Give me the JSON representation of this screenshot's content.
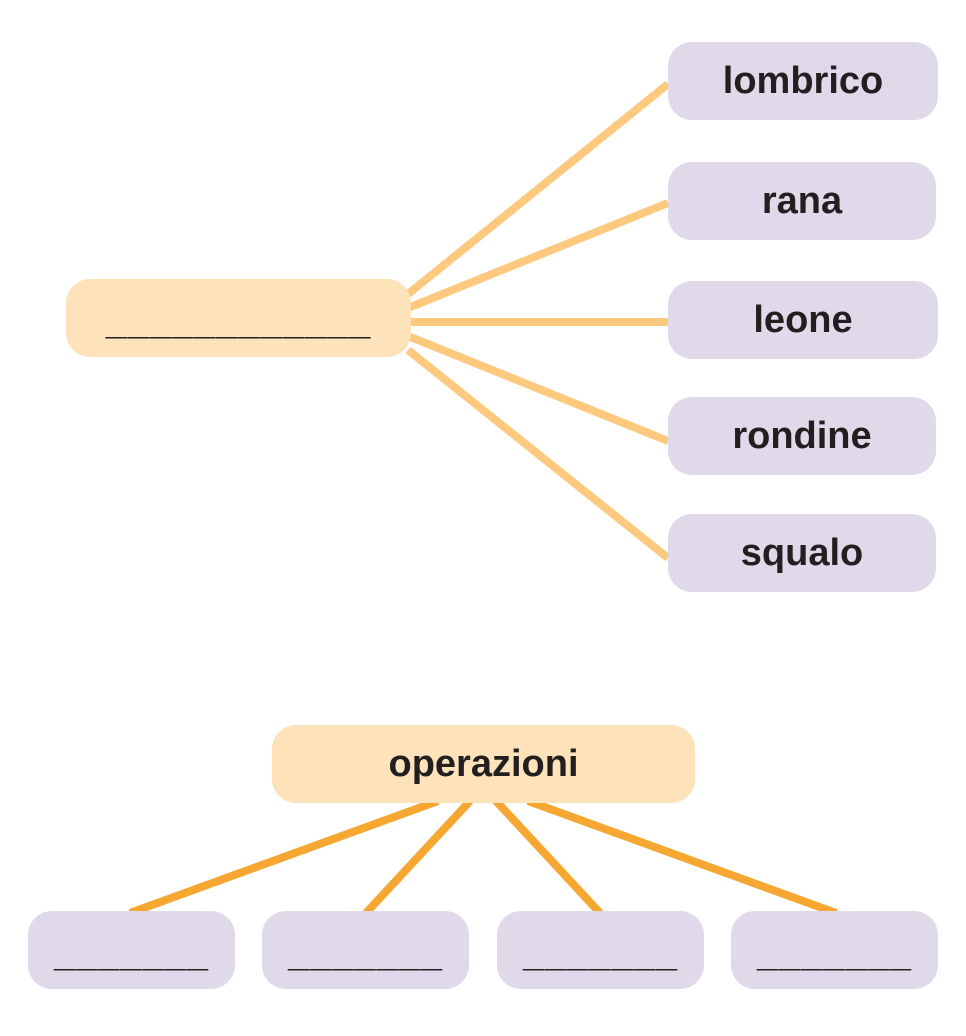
{
  "colors": {
    "root_box": "#fde2ba",
    "leaf_box": "#e0d9ea",
    "connector_light": "#fcc97f",
    "connector_dark": "#f6a731",
    "text": "#231f20"
  },
  "diagram_1": {
    "root_label": "____________",
    "leaves": [
      {
        "label": "lombrico"
      },
      {
        "label": "rana"
      },
      {
        "label": "leone"
      },
      {
        "label": "rondine"
      },
      {
        "label": "squalo"
      }
    ]
  },
  "diagram_2": {
    "root_label": "operazioni",
    "children": [
      {
        "label": "_______"
      },
      {
        "label": "_______"
      },
      {
        "label": "_______"
      },
      {
        "label": "_______"
      }
    ]
  }
}
